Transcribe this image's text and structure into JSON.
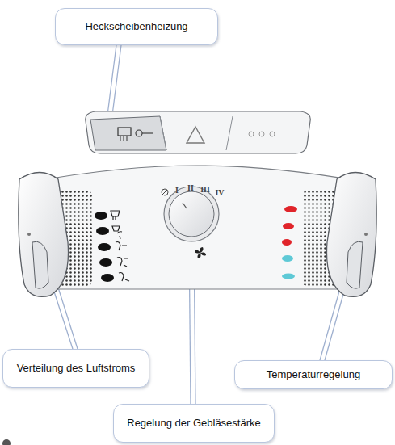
{
  "diagram": {
    "nodes": [
      {
        "text": [
          "Heckscheibenheizung"
        ]
      },
      {
        "text": [
          "Verteilung des Luftstroms"
        ]
      },
      {
        "text": [
          "Temperaturregelung"
        ]
      },
      {
        "text": [
          "Regelung der Gebläsestärke"
        ]
      }
    ],
    "labels": [
      "I",
      "II",
      "III",
      "IV"
    ]
  }
}
